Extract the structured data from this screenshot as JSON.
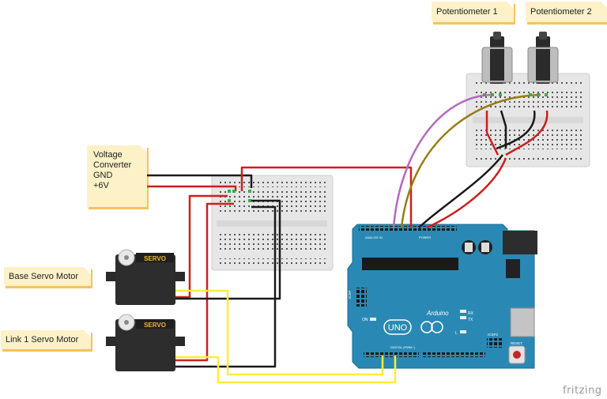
{
  "notes": {
    "pot1": "Potentiometer 1",
    "pot2": "Potentiometer 2",
    "voltage": [
      "Voltage",
      "Converter",
      "GND",
      "+6V"
    ],
    "base_servo": "Base Servo Motor",
    "link1_servo": "Link 1 Servo Motor"
  },
  "servo_label": "SERVO",
  "arduino": {
    "logo": "UNO",
    "brand": "Arduino",
    "on": "ON",
    "l": "L",
    "tx": "TX",
    "rx": "RX",
    "reset": "RESET",
    "icsp": "ICSP",
    "icsp2": "ICSP2",
    "analog_in": "ANALOG IN",
    "power": "POWER",
    "digital": "DIGITAL (PWM~)"
  },
  "brand": "fritzing",
  "colors": {
    "wire_red": "#cc1f1f",
    "wire_black": "#1a1a1a",
    "wire_yellow": "#ffee33",
    "wire_purple": "#b469c0",
    "wire_olive": "#9a7a14",
    "arduino_board": "#1f7da3",
    "breadboard": "#e8e8e8",
    "note_bg": "#fdf1c8"
  }
}
